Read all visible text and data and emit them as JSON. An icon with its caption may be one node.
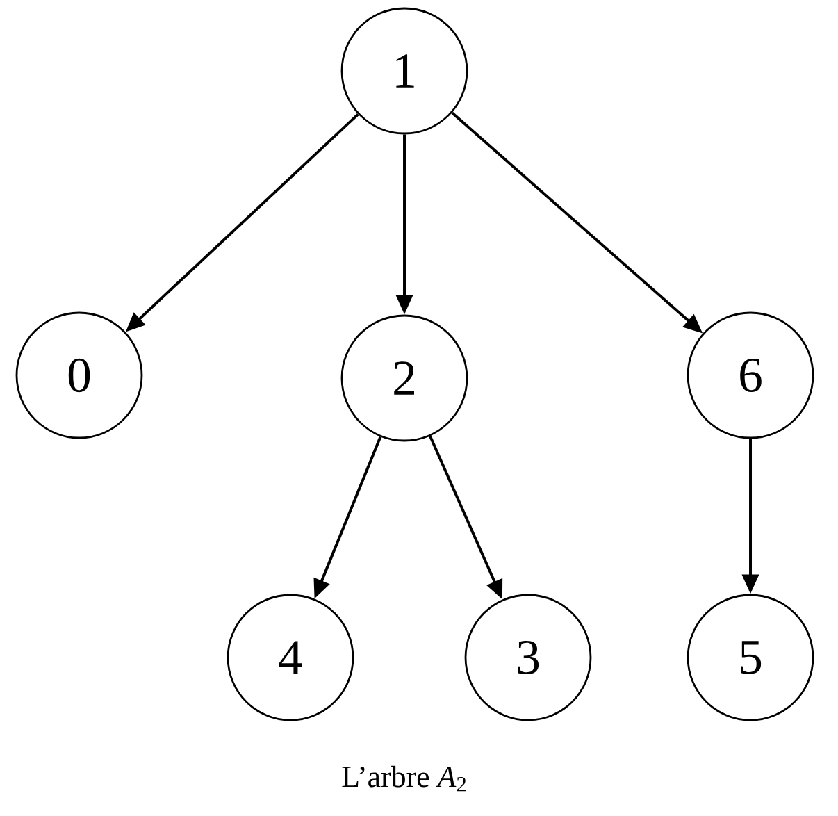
{
  "diagram": {
    "caption": "L’arbre *A*$_{2}$",
    "nodes": [
      {
        "text": [
          "1"
        ]
      },
      {
        "text": [
          "0"
        ]
      },
      {
        "text": [
          "2"
        ]
      },
      {
        "text": [
          "6"
        ]
      },
      {
        "text": [
          "4"
        ]
      },
      {
        "text": [
          "3"
        ]
      },
      {
        "text": [
          "5"
        ]
      }
    ],
    "edges": [
      {
        "from": 0,
        "to": 1,
        "arrow": "to"
      },
      {
        "from": 0,
        "to": 2,
        "arrow": "to"
      },
      {
        "from": 0,
        "to": 3,
        "arrow": "to"
      },
      {
        "from": 2,
        "to": 4,
        "arrow": "to"
      },
      {
        "from": 2,
        "to": 5,
        "arrow": "to"
      },
      {
        "from": 3,
        "to": 6,
        "arrow": "to"
      }
    ]
  }
}
